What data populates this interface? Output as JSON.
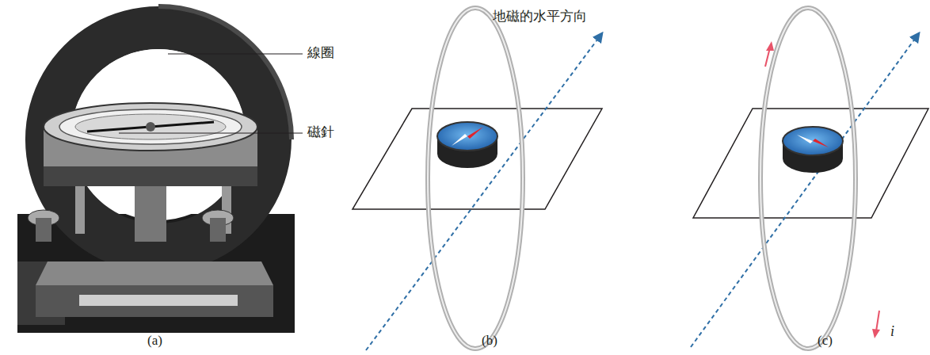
{
  "diagram": {
    "labels": [
      "線圈",
      "磁針",
      "地磁的水平方向",
      "i",
      "(a)",
      "(b)",
      "(c)"
    ]
  }
}
